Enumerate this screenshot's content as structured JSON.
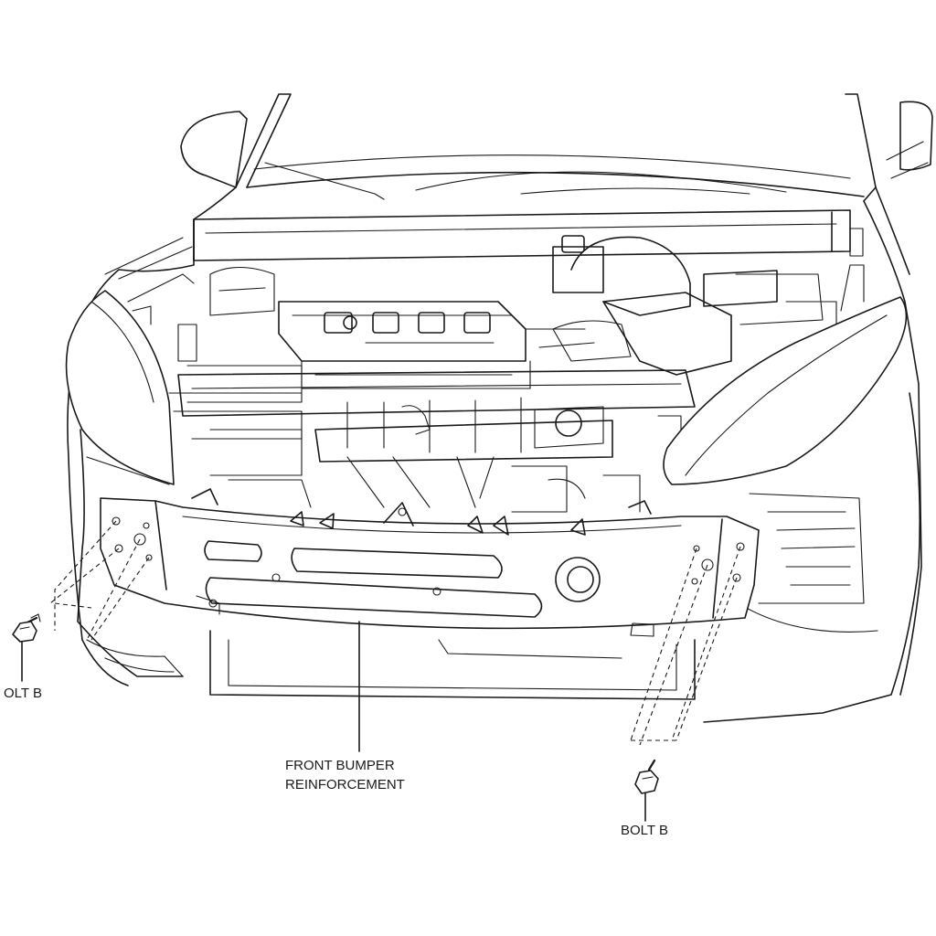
{
  "labels": {
    "bolt_left": "OLT B",
    "bolt_right": "BOLT B",
    "front_bumper_line1": "FRONT BUMPER",
    "front_bumper_line2": "REINFORCEMENT"
  },
  "colors": {
    "line": "#1a1a1a",
    "background": "#ffffff"
  }
}
